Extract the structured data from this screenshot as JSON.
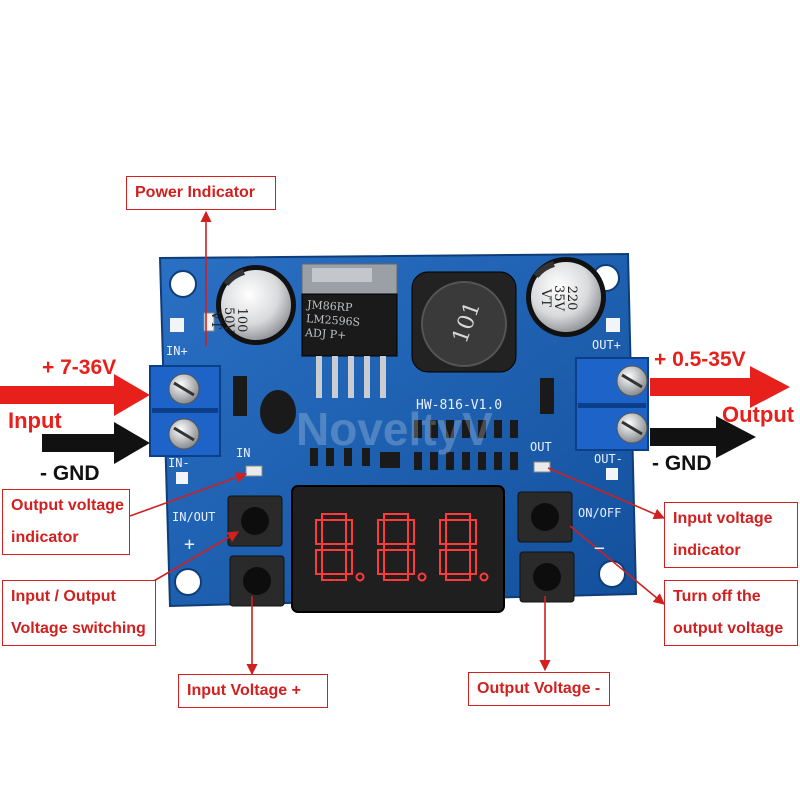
{
  "callouts": {
    "power_indicator": "Power Indicator",
    "output_voltage_indicator": [
      "Output voltage",
      "indicator"
    ],
    "io_switching": [
      "Input / Output",
      "Voltage switching"
    ],
    "input_voltage_plus": "Input Voltage +",
    "output_voltage_minus": "Output Voltage -",
    "input_voltage_indicator": [
      "Input voltage",
      "indicator"
    ],
    "turn_off_output": [
      "Turn off the",
      "output voltage"
    ]
  },
  "input_side": {
    "voltage": "+  7-36V",
    "label": "Input",
    "gnd": "-  GND"
  },
  "output_side": {
    "voltage": "+  0.5-35V",
    "label": "Output",
    "gnd": "-  GND"
  },
  "pcb": {
    "in_plus": "IN+",
    "in_minus": "IN-",
    "in_led": "IN",
    "out_plus": "OUT+",
    "out_minus": "OUT-",
    "out_led": "OUT",
    "in_out_button": "IN/OUT",
    "on_off_button": "ON/OFF",
    "model": "HW-816-V1.0",
    "plus_mark": "+",
    "minus_mark": "−",
    "cap_left": [
      "100",
      "50V",
      "VT"
    ],
    "cap_right": [
      "220",
      "35V",
      "VT"
    ],
    "chip": [
      "JM86RP",
      "LM2596S",
      "ADJ    P+"
    ],
    "inductor": "101",
    "display": "8.8.8.",
    "watermark": "NoveltyV"
  },
  "colors": {
    "callout_red": "#d0201f",
    "pcb_blue": "#1d5fb0",
    "terminal_blue": "#1e63c8",
    "arrow_red": "#e8201c",
    "arrow_black": "#111111",
    "segment_red": "#ff3a3a"
  }
}
